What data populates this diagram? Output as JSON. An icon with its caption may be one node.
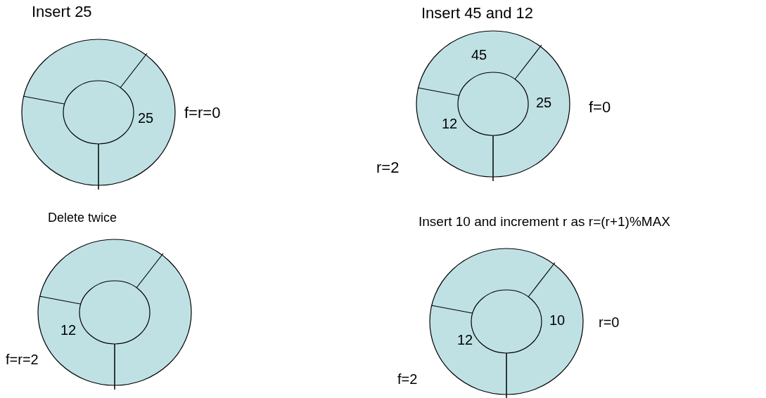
{
  "diagram": {
    "nodes": [
      {
        "text": [
          "Insert 25",
          "25"
        ],
        "beside": [
          "f=r=0"
        ]
      },
      {
        "text": [
          "Insert 45 and 12",
          "45",
          "25",
          "12"
        ],
        "beside": [
          "f=0",
          "r=2"
        ]
      },
      {
        "text": [
          "Delete twice",
          "12"
        ],
        "beside": [
          "f=r=2"
        ]
      },
      {
        "text": [
          "Insert 10 and increment r as r=(r+1)%MAX",
          "10",
          "12",
          "r=0"
        ],
        "beside": [
          "f=2"
        ]
      }
    ],
    "edges": []
  }
}
